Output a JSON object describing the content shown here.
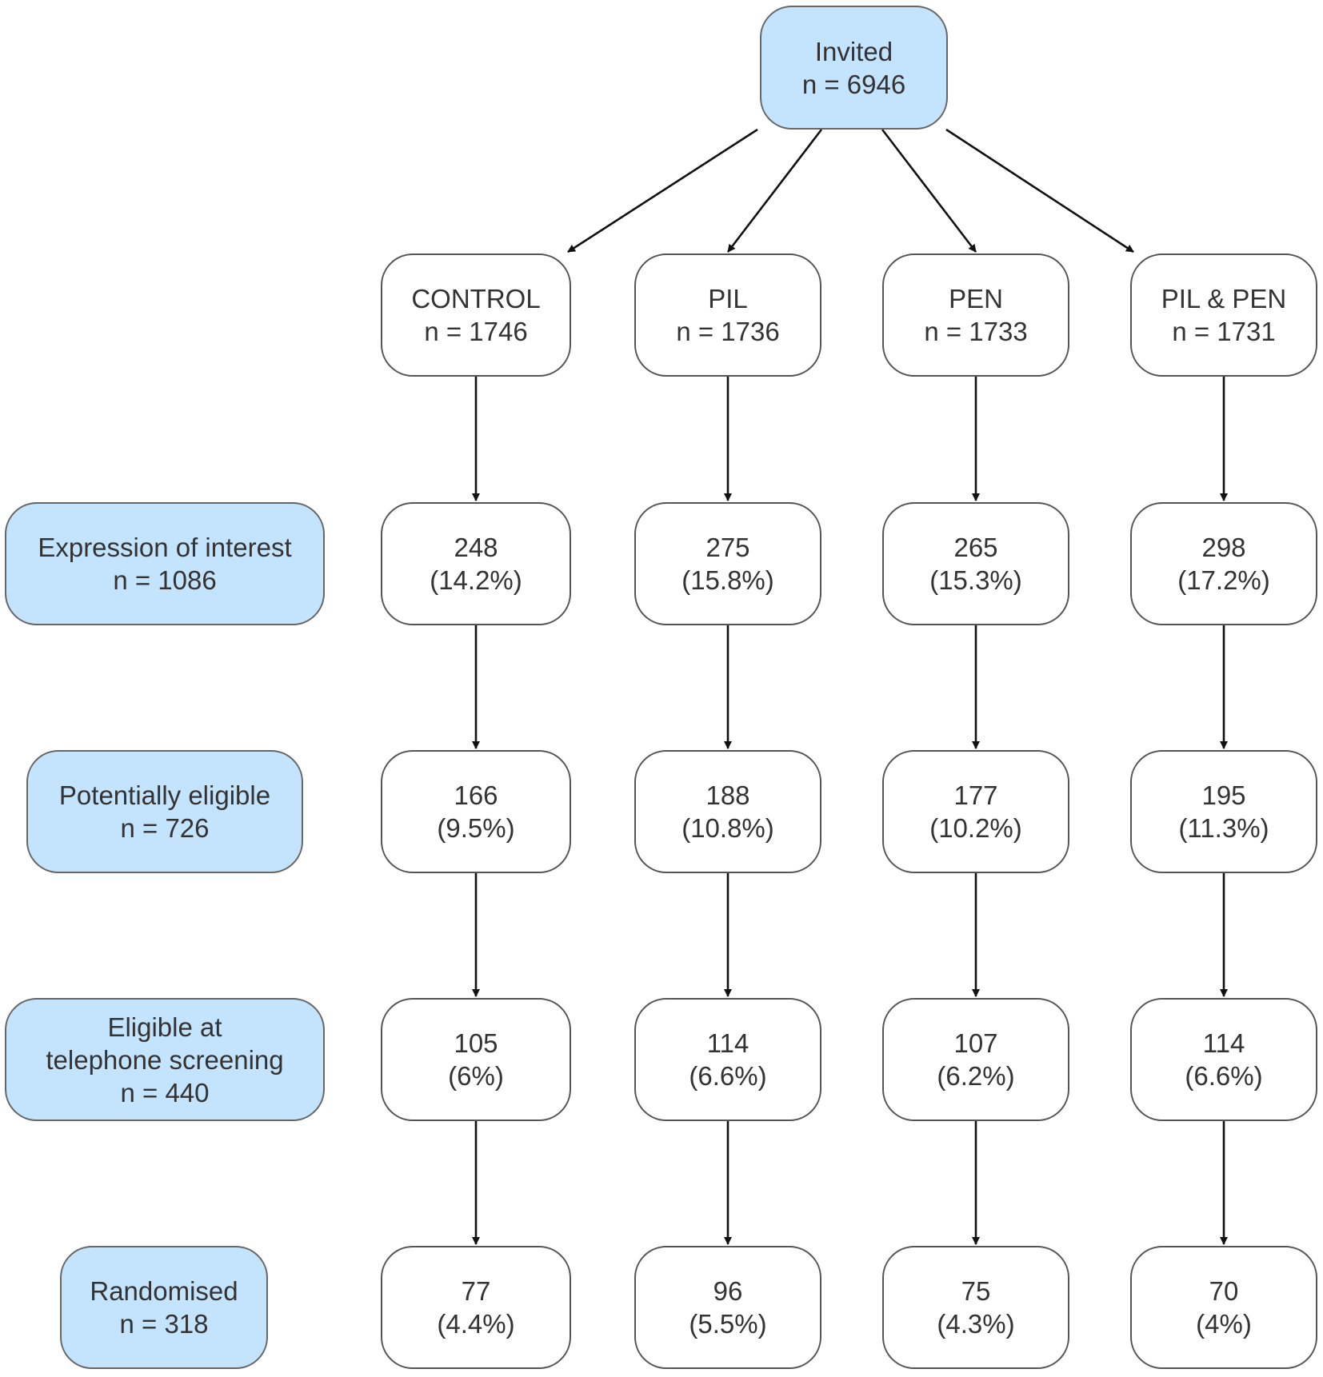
{
  "root": {
    "label": "Invited",
    "n": "n = 6946"
  },
  "arms": [
    {
      "id": "control",
      "label": "CONTROL",
      "n": "n = 1746"
    },
    {
      "id": "pil",
      "label": "PIL",
      "n": "n = 1736"
    },
    {
      "id": "pen",
      "label": "PEN",
      "n": "n = 1733"
    },
    {
      "id": "pil-pen",
      "label": "PIL & PEN",
      "n": "n = 1731"
    }
  ],
  "stages": [
    {
      "id": "expression-of-interest",
      "label_lines": [
        "Expression of interest"
      ],
      "n": "n = 1086",
      "cells": [
        {
          "count": "248",
          "pct": "(14.2%)"
        },
        {
          "count": "275",
          "pct": "(15.8%)"
        },
        {
          "count": "265",
          "pct": "(15.3%)"
        },
        {
          "count": "298",
          "pct": "(17.2%)"
        }
      ]
    },
    {
      "id": "potentially-eligible",
      "label_lines": [
        "Potentially eligible"
      ],
      "n": "n = 726",
      "cells": [
        {
          "count": "166",
          "pct": "(9.5%)"
        },
        {
          "count": "188",
          "pct": "(10.8%)"
        },
        {
          "count": "177",
          "pct": "(10.2%)"
        },
        {
          "count": "195",
          "pct": "(11.3%)"
        }
      ]
    },
    {
      "id": "eligible-at-telephone-screening",
      "label_lines": [
        "Eligible at",
        "telephone screening"
      ],
      "n": "n = 440",
      "cells": [
        {
          "count": "105",
          "pct": "(6%)"
        },
        {
          "count": "114",
          "pct": "(6.6%)"
        },
        {
          "count": "107",
          "pct": "(6.2%)"
        },
        {
          "count": "114",
          "pct": "(6.6%)"
        }
      ]
    },
    {
      "id": "randomised",
      "label_lines": [
        "Randomised"
      ],
      "n": "n = 318",
      "cells": [
        {
          "count": "77",
          "pct": "(4.4%)"
        },
        {
          "count": "96",
          "pct": "(5.5%)"
        },
        {
          "count": "75",
          "pct": "(4.3%)"
        },
        {
          "count": "70",
          "pct": "(4%)"
        }
      ]
    }
  ],
  "colors": {
    "stage_fill": "#c4e3fd",
    "arm_fill": "#ffffff",
    "border": "#555555",
    "arrow": "#111111",
    "text": "#333333"
  }
}
